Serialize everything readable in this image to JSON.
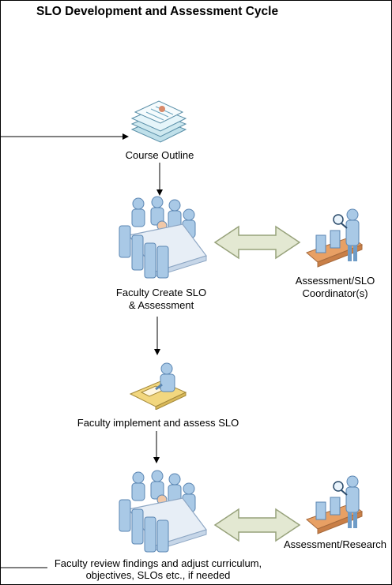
{
  "diagram": {
    "title": "SLO Development and Assessment Cycle",
    "nodes": {
      "course_outline": {
        "label": "Course Outline",
        "icon": "document-stack-icon"
      },
      "faculty_create": {
        "label_line1": "Faculty Create SLO",
        "label_line2": "& Assessment",
        "icon": "meeting-group-icon"
      },
      "coordinator": {
        "label_line1": "Assessment/SLO",
        "label_line2": "Coordinator(s)",
        "icon": "inspector-conveyor-icon"
      },
      "faculty_implement": {
        "label": "Faculty implement and assess SLO",
        "icon": "person-at-desk-icon"
      },
      "faculty_review": {
        "label_line1": "Faculty review findings and adjust curriculum,",
        "label_line2": "objectives, SLOs etc., if needed",
        "icon": "meeting-group-icon"
      },
      "research": {
        "label": "Assessment/Research",
        "icon": "inspector-conveyor-icon"
      }
    },
    "colors": {
      "figure": "#a9c9e6",
      "figure_shade": "#6f9cc7",
      "table": "#e7eef6",
      "double_arrow_fill": "#e3e8d2",
      "double_arrow_stroke": "#97a27b",
      "desk": "#f2d77f",
      "conveyor": "#e8a064"
    }
  }
}
